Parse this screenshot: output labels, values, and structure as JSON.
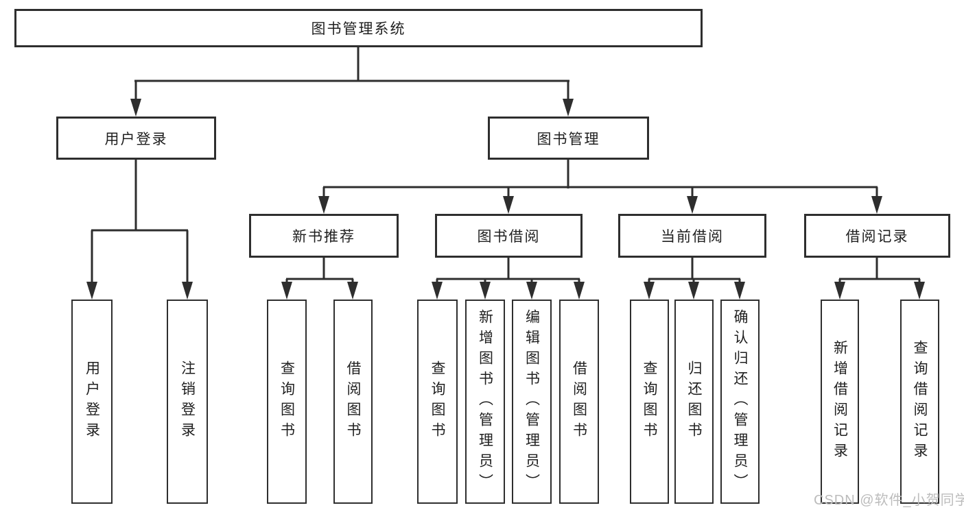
{
  "diagram": {
    "root": "图书管理系统",
    "level1": [
      "用户登录",
      "图书管理"
    ],
    "level2": [
      "新书推荐",
      "图书借阅",
      "当前借阅",
      "借阅记录"
    ],
    "leaves": {
      "user_login": [
        "用户登录",
        "注销登录"
      ],
      "new_book_recommend": [
        "查询图书",
        "借阅图书"
      ],
      "book_borrow": [
        "查询图书",
        "新增图书（管理员）",
        "编辑图书（管理员）",
        "借阅图书"
      ],
      "current_borrow": [
        "查询图书",
        "归还图书",
        "确认归还（管理员）"
      ],
      "borrow_record": [
        "新增借阅记录",
        "查询借阅记录"
      ]
    },
    "colors": {
      "line": "#2e2e2e",
      "box_background": "#ffffff",
      "text": "#1f1f1f",
      "watermark": "#bcbcbc"
    }
  },
  "watermark": "CSDN @软件_小贺同学"
}
